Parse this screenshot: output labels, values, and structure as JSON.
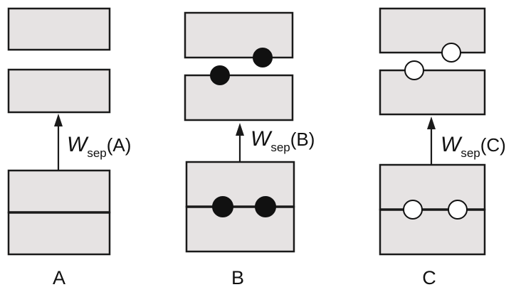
{
  "panels": [
    {
      "id": "A",
      "label": "A",
      "work_symbol": "W",
      "work_subscript": "sep",
      "work_argument": "(A)",
      "atoms": "none"
    },
    {
      "id": "B",
      "label": "B",
      "work_symbol": "W",
      "work_subscript": "sep",
      "work_argument": "(B)",
      "atoms": "filled"
    },
    {
      "id": "C",
      "label": "C",
      "work_symbol": "W",
      "work_subscript": "sep",
      "work_argument": "(C)",
      "atoms": "hollow"
    }
  ],
  "colors": {
    "block_fill": "#e6e3e3",
    "outline": "#1a1a1a",
    "atom_filled": "#111111",
    "atom_hollow": "#ffffff"
  }
}
